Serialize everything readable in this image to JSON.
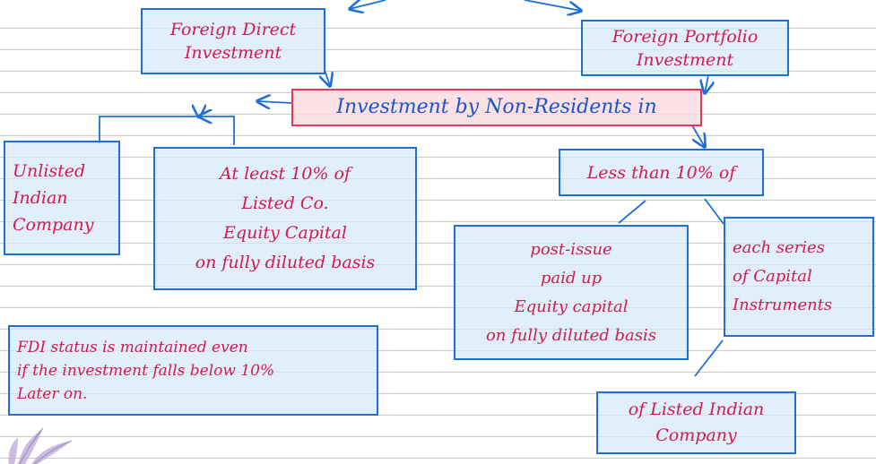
{
  "boxes": {
    "fdi": "Foreign Direct\nInvestment",
    "fpi": "Foreign Portfolio\nInvestment",
    "center": "Investment by Non-Residents in",
    "unlisted": "Unlisted\nIndian\nCompany",
    "atleast": "At least 10% of\nListed Co.\nEquity Capital\non fully diluted basis",
    "lessthan": "Less than 10% of",
    "postissue": "post-issue\npaid up\nEquity capital\non fully diluted basis",
    "eachseries": "each series\nof Capital\nInstruments",
    "listed": "of Listed Indian\nCompany",
    "fdistatus": "FDI status is maintained even\nif the investment falls below 10%\nLater on."
  },
  "colors": {
    "box_fill": "#d6e8fa",
    "box_border": "#1e6fd9",
    "text_red": "#d21b4f",
    "center_fill": "#fadae1",
    "center_border": "#e03a5a",
    "text_blue": "#1a56c8"
  }
}
